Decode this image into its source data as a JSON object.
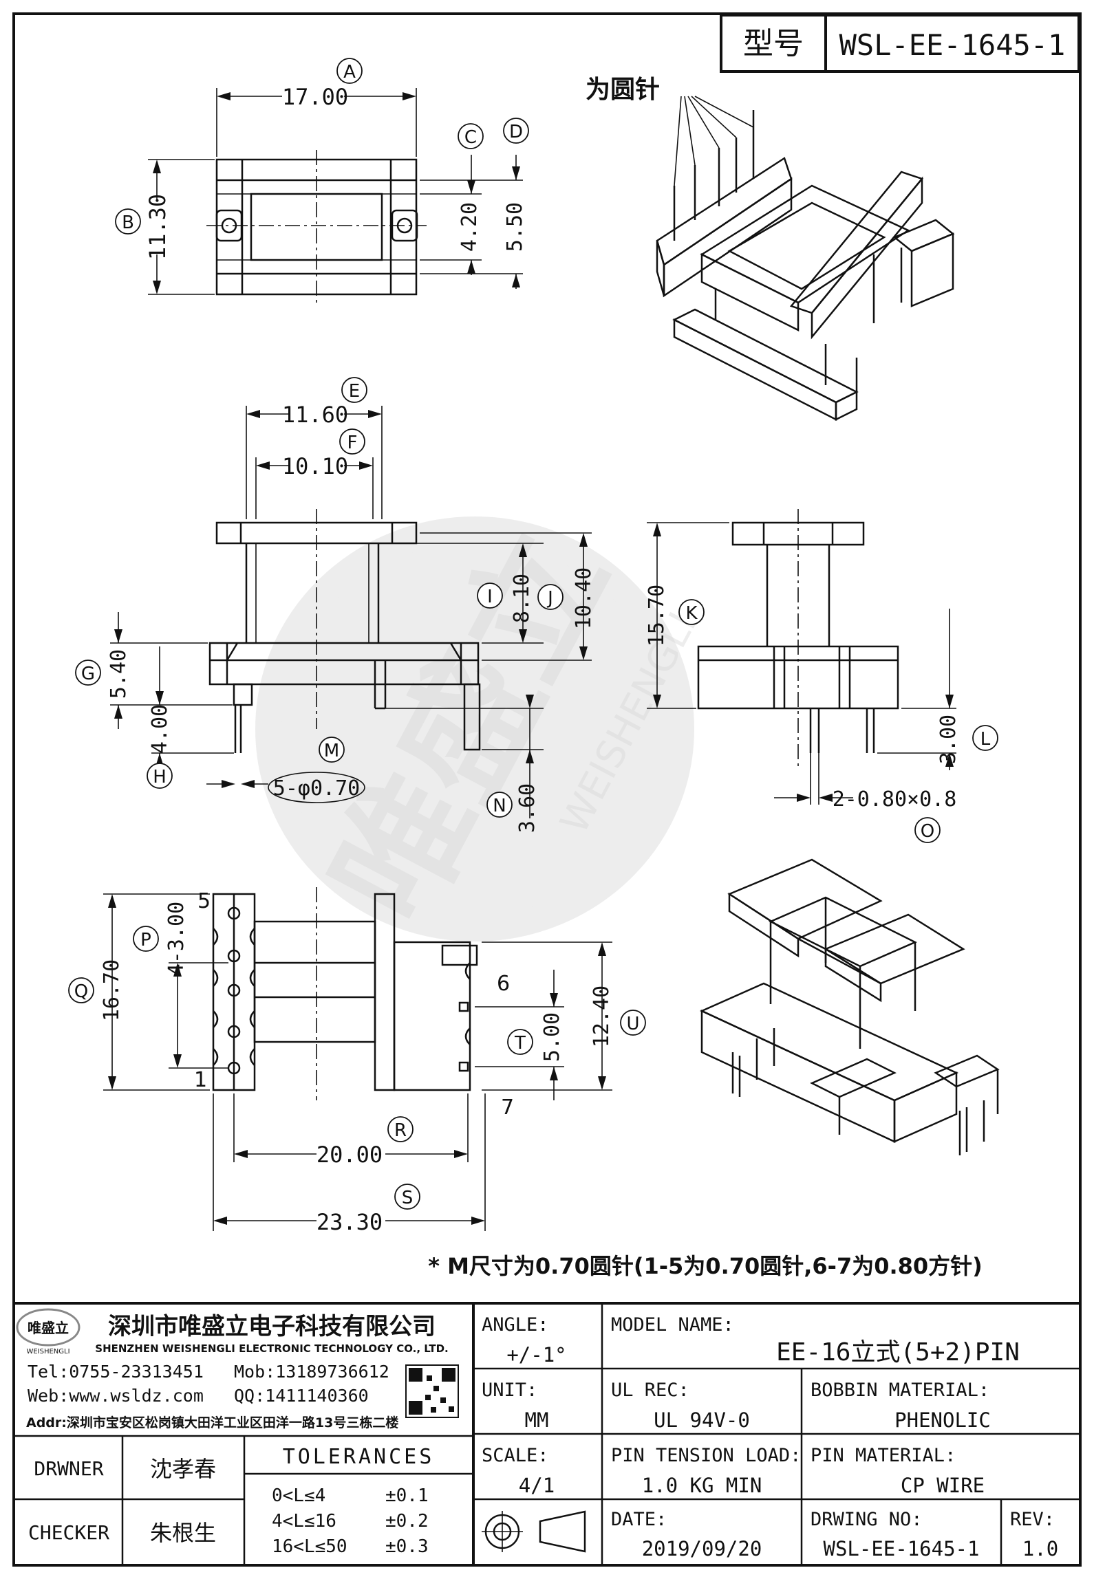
{
  "title_box": {
    "label": "型号",
    "code": "WSL-EE-1645-1"
  },
  "iso_note": "为圆针",
  "dims": {
    "A": "17.00",
    "B": "11.30",
    "C": "4.20",
    "D": "5.50",
    "E": "11.60",
    "F": "10.10",
    "G": "5.40",
    "H": "4.00",
    "I": "8.10",
    "J": "10.40",
    "K": "15.70",
    "L": "3.00",
    "M": "5-φ0.70",
    "N": "3.60",
    "O": "2-0.80×0.8",
    "P": "4-3.00",
    "Q": "16.70",
    "R": "20.00",
    "S": "23.30",
    "T": "5.00",
    "U": "12.40"
  },
  "letters": [
    "A",
    "B",
    "C",
    "D",
    "E",
    "F",
    "G",
    "H",
    "I",
    "J",
    "K",
    "L",
    "M",
    "N",
    "O",
    "P",
    "Q",
    "R",
    "S",
    "T",
    "U"
  ],
  "pin_numbers": {
    "p1": "1",
    "p5": "5",
    "p6": "6",
    "p7": "7"
  },
  "note": "* M尺寸为0.70圆针(1-5为0.70圆针,6-7为0.80方针)",
  "watermark": {
    "cn": "唯盛立",
    "en": "WEISHENGLI"
  },
  "company": {
    "logo_cn": "唯盛立",
    "logo_en": "WEISHENGLI",
    "name_cn": "深圳市唯盛立电子科技有限公司",
    "name_en": "SHENZHEN WEISHENGLI ELECTRONIC TECHNOLOGY CO., LTD.",
    "tel": "Tel:0755-23313451",
    "mob": "Mob:13189736612",
    "web": "Web:www.wsldz.com",
    "qq": "QQ:1411140360",
    "addr": "Addr:深圳市宝安区松岗镇大田洋工业区田洋一路13号三栋二楼"
  },
  "title_block": {
    "angle_label": "ANGLE:",
    "angle_value": "+/-1°",
    "model_label": "MODEL NAME:",
    "model_value": "EE-16立式(5+2)PIN",
    "unit_label": "UNIT:",
    "unit_value": "MM",
    "ul_label": "UL REC:",
    "ul_value": "UL 94V-0",
    "bobbin_label": "BOBBIN MATERIAL:",
    "bobbin_value": "PHENOLIC",
    "scale_label": "SCALE:",
    "scale_value": "4/1",
    "tension_label": "PIN TENSION LOAD:",
    "tension_value": "1.0 KG MIN",
    "pinmat_label": "PIN MATERIAL:",
    "pinmat_value": "CP WIRE",
    "date_label": "DATE:",
    "date_value": "2019/09/20",
    "drwno_label": "DRWING NO:",
    "drwno_value": "WSL-EE-1645-1",
    "rev_label": "REV:",
    "rev_value": "1.0",
    "drawner_label": "DRWNER",
    "drawner_value": "沈孝春",
    "checker_label": "CHECKER",
    "checker_value": "朱根生",
    "tol_title": "TOLERANCES",
    "tol": [
      {
        "range": "0<L≤4",
        "val": "±0.1"
      },
      {
        "range": "4<L≤16",
        "val": "±0.2"
      },
      {
        "range": "16<L≤50",
        "val": "±0.3"
      }
    ]
  }
}
